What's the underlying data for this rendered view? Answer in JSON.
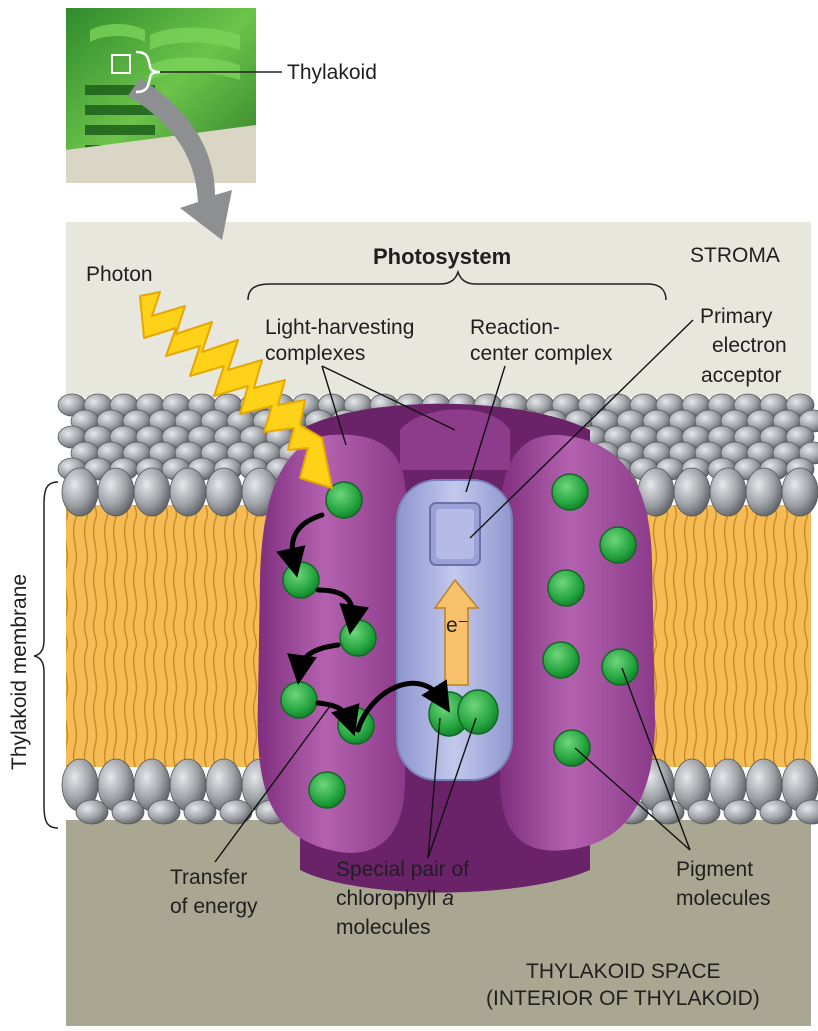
{
  "inset": {
    "label": "Thylakoid"
  },
  "regions": {
    "stroma": "STROMA",
    "thylakoid_space": [
      "THYLAKOID SPACE",
      "(INTERIOR OF THYLAKOID)"
    ]
  },
  "labels": {
    "photosystem": "Photosystem",
    "photon": "Photon",
    "light_harvesting": [
      "Light-harvesting",
      "complexes"
    ],
    "reaction_center": [
      "Reaction-",
      "center complex"
    ],
    "primary_acceptor": [
      "Primary",
      "electron",
      "acceptor"
    ],
    "thylakoid_membrane": "Thylakoid membrane",
    "transfer_energy": [
      "Transfer",
      "of energy"
    ],
    "special_pair": [
      "Special pair of",
      "chlorophyll ",
      "a",
      "molecules"
    ],
    "pigment": [
      "Pigment",
      "molecules"
    ],
    "electron": "e⁻"
  },
  "colors": {
    "stroma_bg": "#e7e7de",
    "lumen_bg": "#a9a791",
    "lipid_head": "#9a9ea3",
    "lipid_tail": "#f2b44c",
    "protein_purple": "#a0519b",
    "reaction_center": "#a9b0dd",
    "pigment_green": "#2fb04a",
    "photon_yellow": "#ffd21a",
    "arrow_orange": "#f7c06a"
  }
}
